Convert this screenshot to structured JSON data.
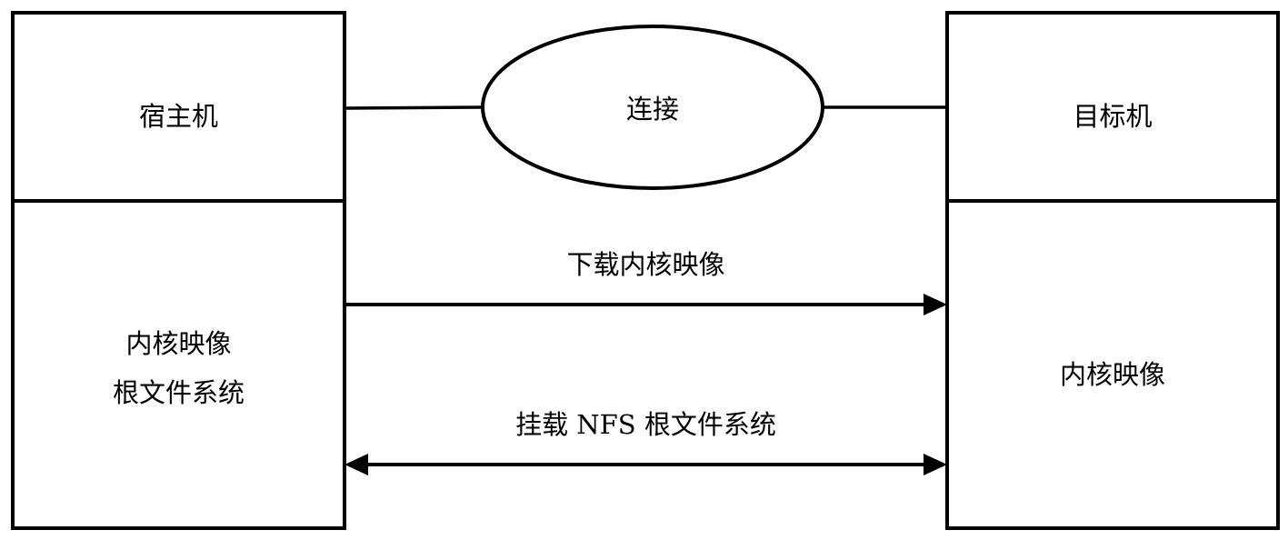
{
  "host": {
    "title": "宿主机",
    "content_line1": "内核映像",
    "content_line2": "根文件系统"
  },
  "target": {
    "title": "目标机",
    "content": "内核映像"
  },
  "connection": {
    "label": "连接"
  },
  "arrows": {
    "download_label": "下载内核映像",
    "mount_label": "挂载 NFS 根文件系统"
  },
  "colors": {
    "stroke": "#000000",
    "background": "#ffffff"
  }
}
